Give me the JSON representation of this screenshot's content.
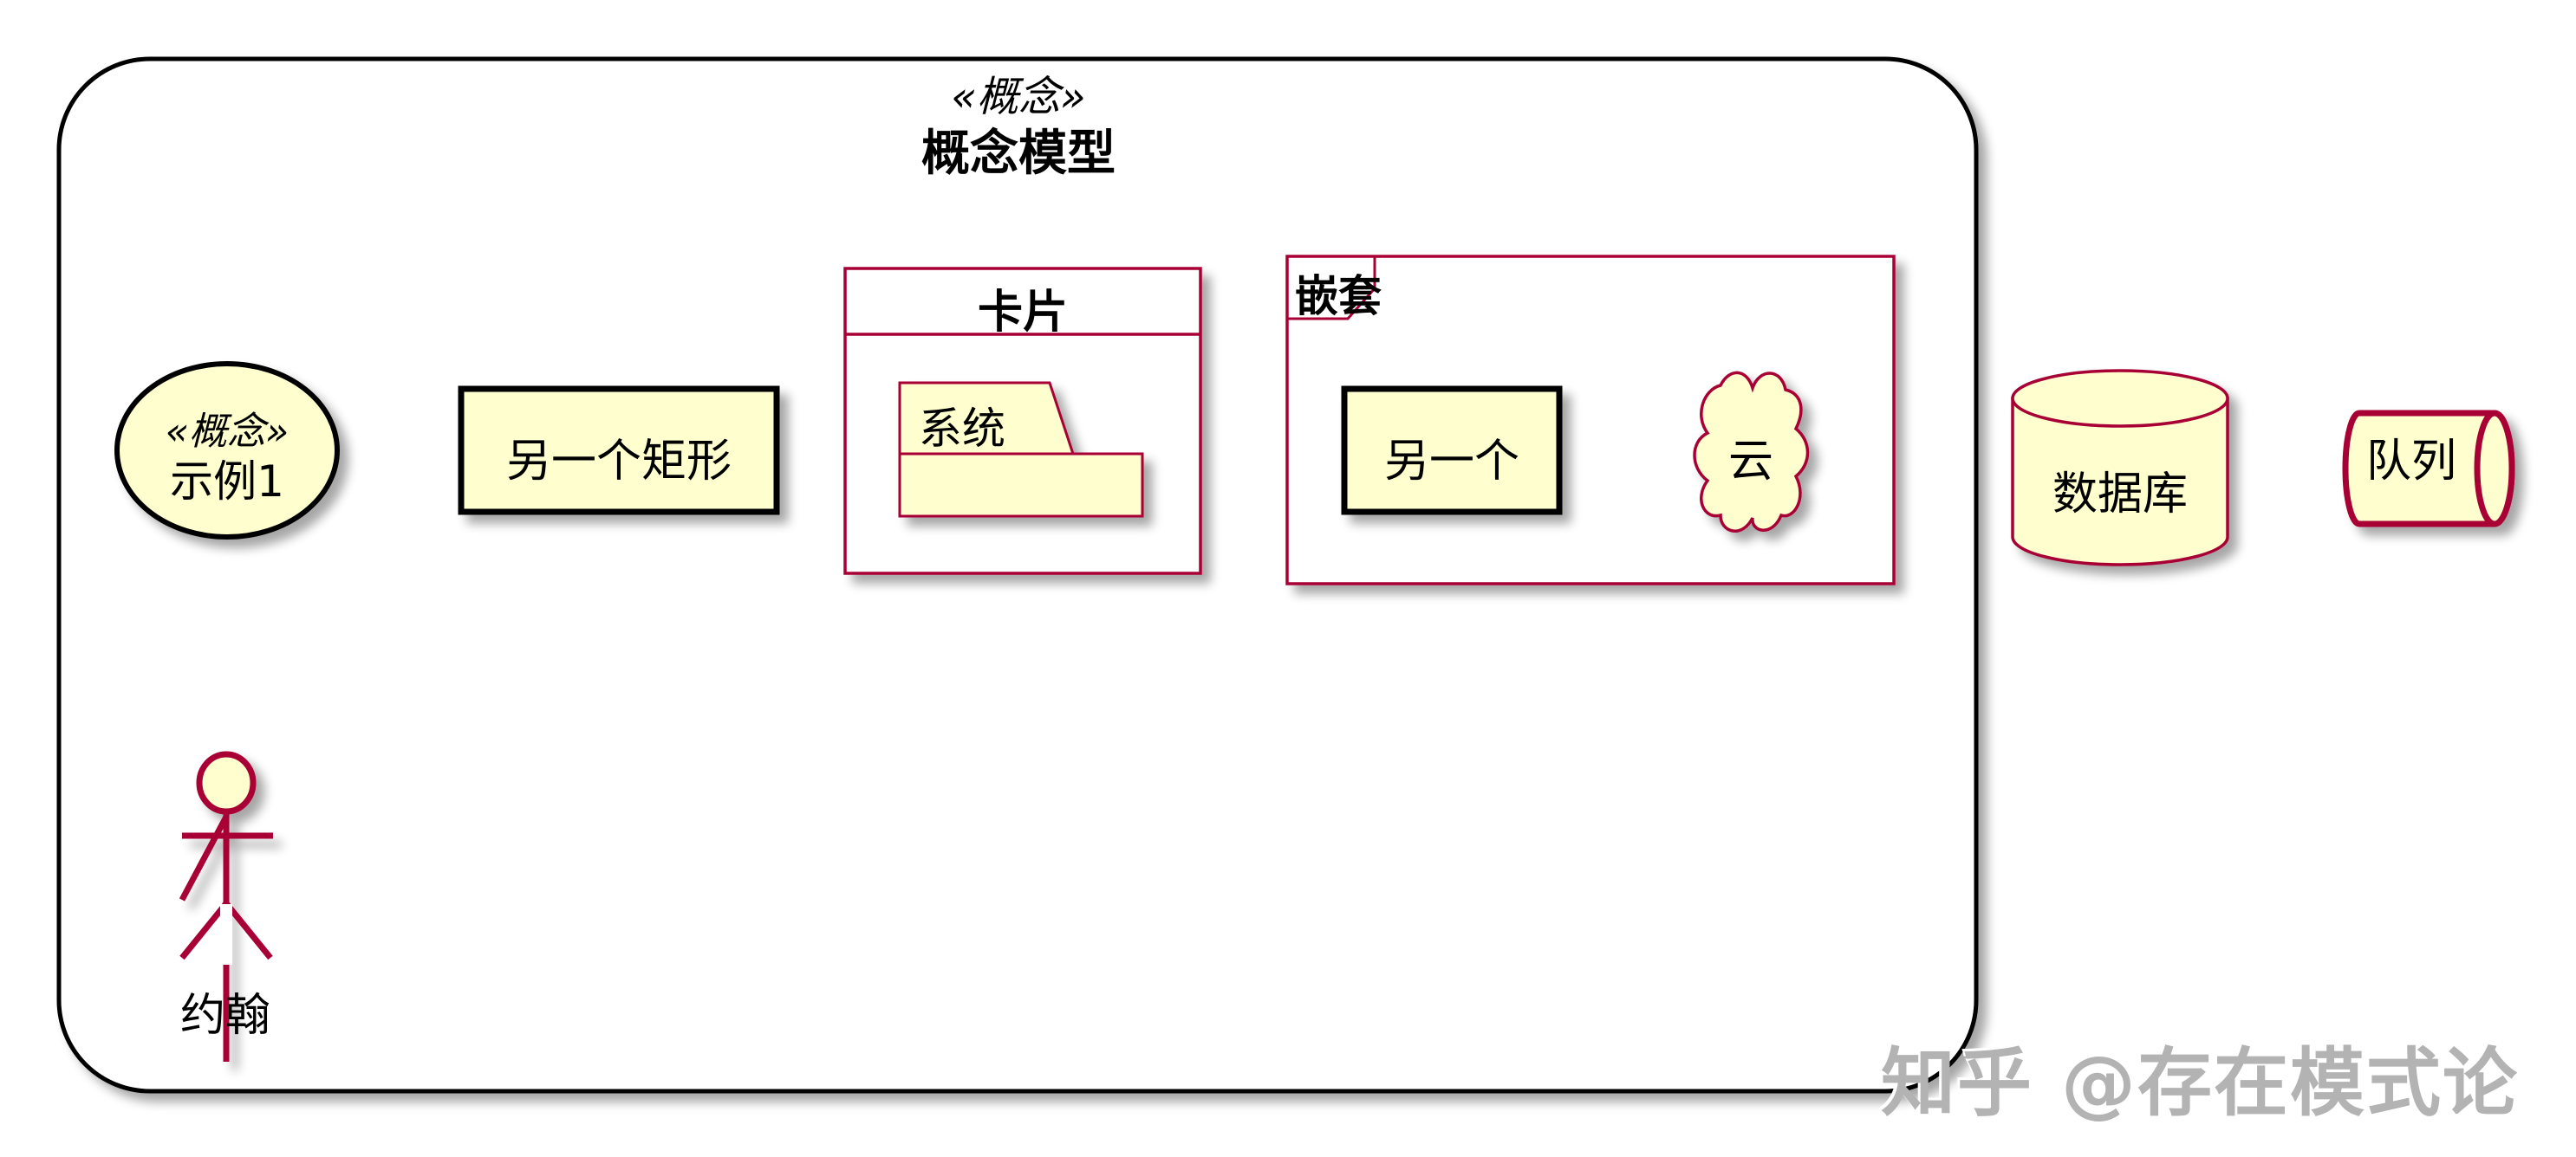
{
  "colors": {
    "fill": "#FEFECE",
    "border": "#A80036",
    "frame_border": "#000000",
    "shadow": "#c8c8c8",
    "watermark": "#b3b3b3"
  },
  "package": {
    "stereotype": "«概念»",
    "title": "概念模型"
  },
  "elements": {
    "usecase": {
      "stereotype": "«概念»",
      "label": "示例1"
    },
    "rectangle": {
      "label": "另一个矩形"
    },
    "card": {
      "title": "卡片",
      "folder": {
        "label": "系统"
      }
    },
    "frame": {
      "title": "嵌套",
      "rectangle": {
        "label": "另一个"
      },
      "cloud": {
        "label": "云"
      }
    },
    "actor": {
      "label": "约翰"
    },
    "database": {
      "label": "数据库"
    },
    "queue": {
      "label": "队列"
    }
  },
  "watermark": {
    "text": "知乎 @存在模式论"
  }
}
